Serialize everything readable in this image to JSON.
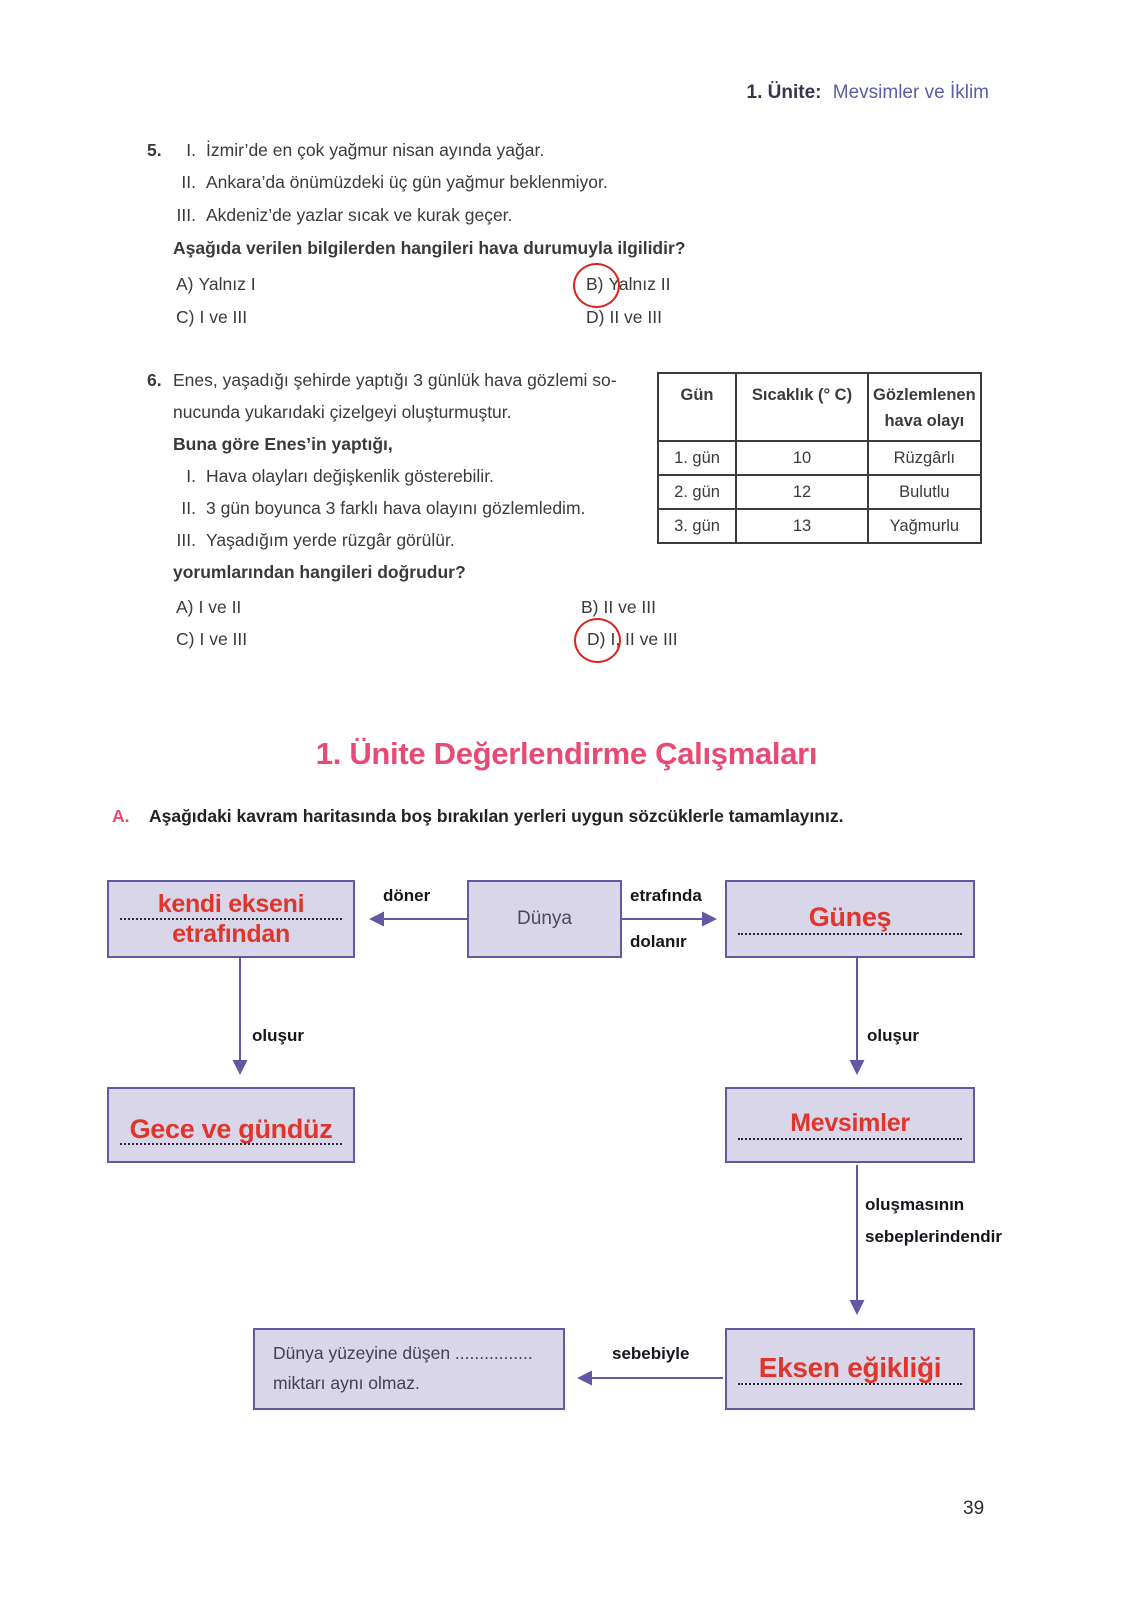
{
  "header": {
    "unit": "1. Ünite:",
    "title": "Mevsimler ve İklim"
  },
  "q5": {
    "number": "5.",
    "items": [
      {
        "n": "I.",
        "t": "İzmir’de en çok yağmur nisan ayında yağar."
      },
      {
        "n": "II.",
        "t": "Ankara’da önümüzdeki üç gün yağmur beklenmiyor."
      },
      {
        "n": "III.",
        "t": "Akdeniz’de yazlar sıcak ve kurak geçer."
      }
    ],
    "question": "Aşağıda verilen bilgilerden hangileri hava durumuyla ilgilidir?",
    "options": [
      {
        "label": "A)",
        "text": "Yalnız I"
      },
      {
        "label": "B)",
        "text": "Yalnız II"
      },
      {
        "label": "C)",
        "text": "I ve III"
      },
      {
        "label": "D)",
        "text": "II ve III"
      }
    ],
    "circled_answer": "B"
  },
  "observation_table": {
    "headers": [
      "Gün",
      "Sıcaklık (° C)",
      "Gözlemlenen hava olayı"
    ],
    "rows": [
      [
        "1. gün",
        "10",
        "Rüzgârlı"
      ],
      [
        "2. gün",
        "12",
        "Bulutlu"
      ],
      [
        "3. gün",
        "13",
        "Yağmurlu"
      ]
    ]
  },
  "q6": {
    "number": "6.",
    "stem_lines": [
      "Enes, yaşadığı şehirde yaptığı 3 günlük hava gözlemi so-",
      "nucunda yukarıdaki çizelgeyi oluşturmuştur."
    ],
    "lead": "Buna göre Enes’in yaptığı,",
    "items": [
      {
        "n": "I.",
        "t": "Hava olayları değişkenlik gösterebilir."
      },
      {
        "n": "II.",
        "t": "3 gün boyunca 3 farklı hava olayını gözlemledim."
      },
      {
        "n": "III.",
        "t": "Yaşadığım yerde rüzgâr görülür."
      }
    ],
    "question": "yorumlarından hangileri doğrudur?",
    "options": [
      {
        "label": "A)",
        "text": "I ve II"
      },
      {
        "label": "B)",
        "text": "II ve III"
      },
      {
        "label": "C)",
        "text": "I ve III"
      },
      {
        "label": "D)",
        "text": "I, II ve III"
      }
    ],
    "circled_answer": "D"
  },
  "section": {
    "title": "1. Ünite Değerlendirme Çalışmaları",
    "letter": "A.",
    "instruction": "Aşağıdaki kavram haritasında boş bırakılan yerleri uygun sözcüklerle tamamlayınız."
  },
  "concept_map": {
    "world_box": "Dünya",
    "axis_answer_line1": "kendi ekseni",
    "axis_answer_line2": "etrafından",
    "sun_answer": "Güneş",
    "day_night_answer": "Gece ve gündüz",
    "seasons_answer": "Mevsimler",
    "axial_tilt_answer": "Eksen eğikliği",
    "sunlight_box_line1": "Dünya yüzeyine düşen ................",
    "sunlight_box_line2": "miktarı aynı olmaz.",
    "labels": {
      "rotates": "döner",
      "around": "etrafında",
      "orbits": "dolanır",
      "forms_left": "oluşur",
      "forms_right": "oluşur",
      "cause_line1": "oluşmasının",
      "cause_line2": "sebeplerindendir",
      "because_of": "sebebiyle"
    }
  },
  "footer": {
    "page_number": "39"
  },
  "colors": {
    "accent_pink": "#e84a74",
    "header_purple": "#5c5ca8",
    "header_dark": "#33364d",
    "box_fill": "#d9d6e9",
    "box_border": "#6258a4",
    "arrow": "#6258a4",
    "answer_red": "#e0352b",
    "circle_red": "#dd2420",
    "text_dark": "#3a3a3a"
  }
}
